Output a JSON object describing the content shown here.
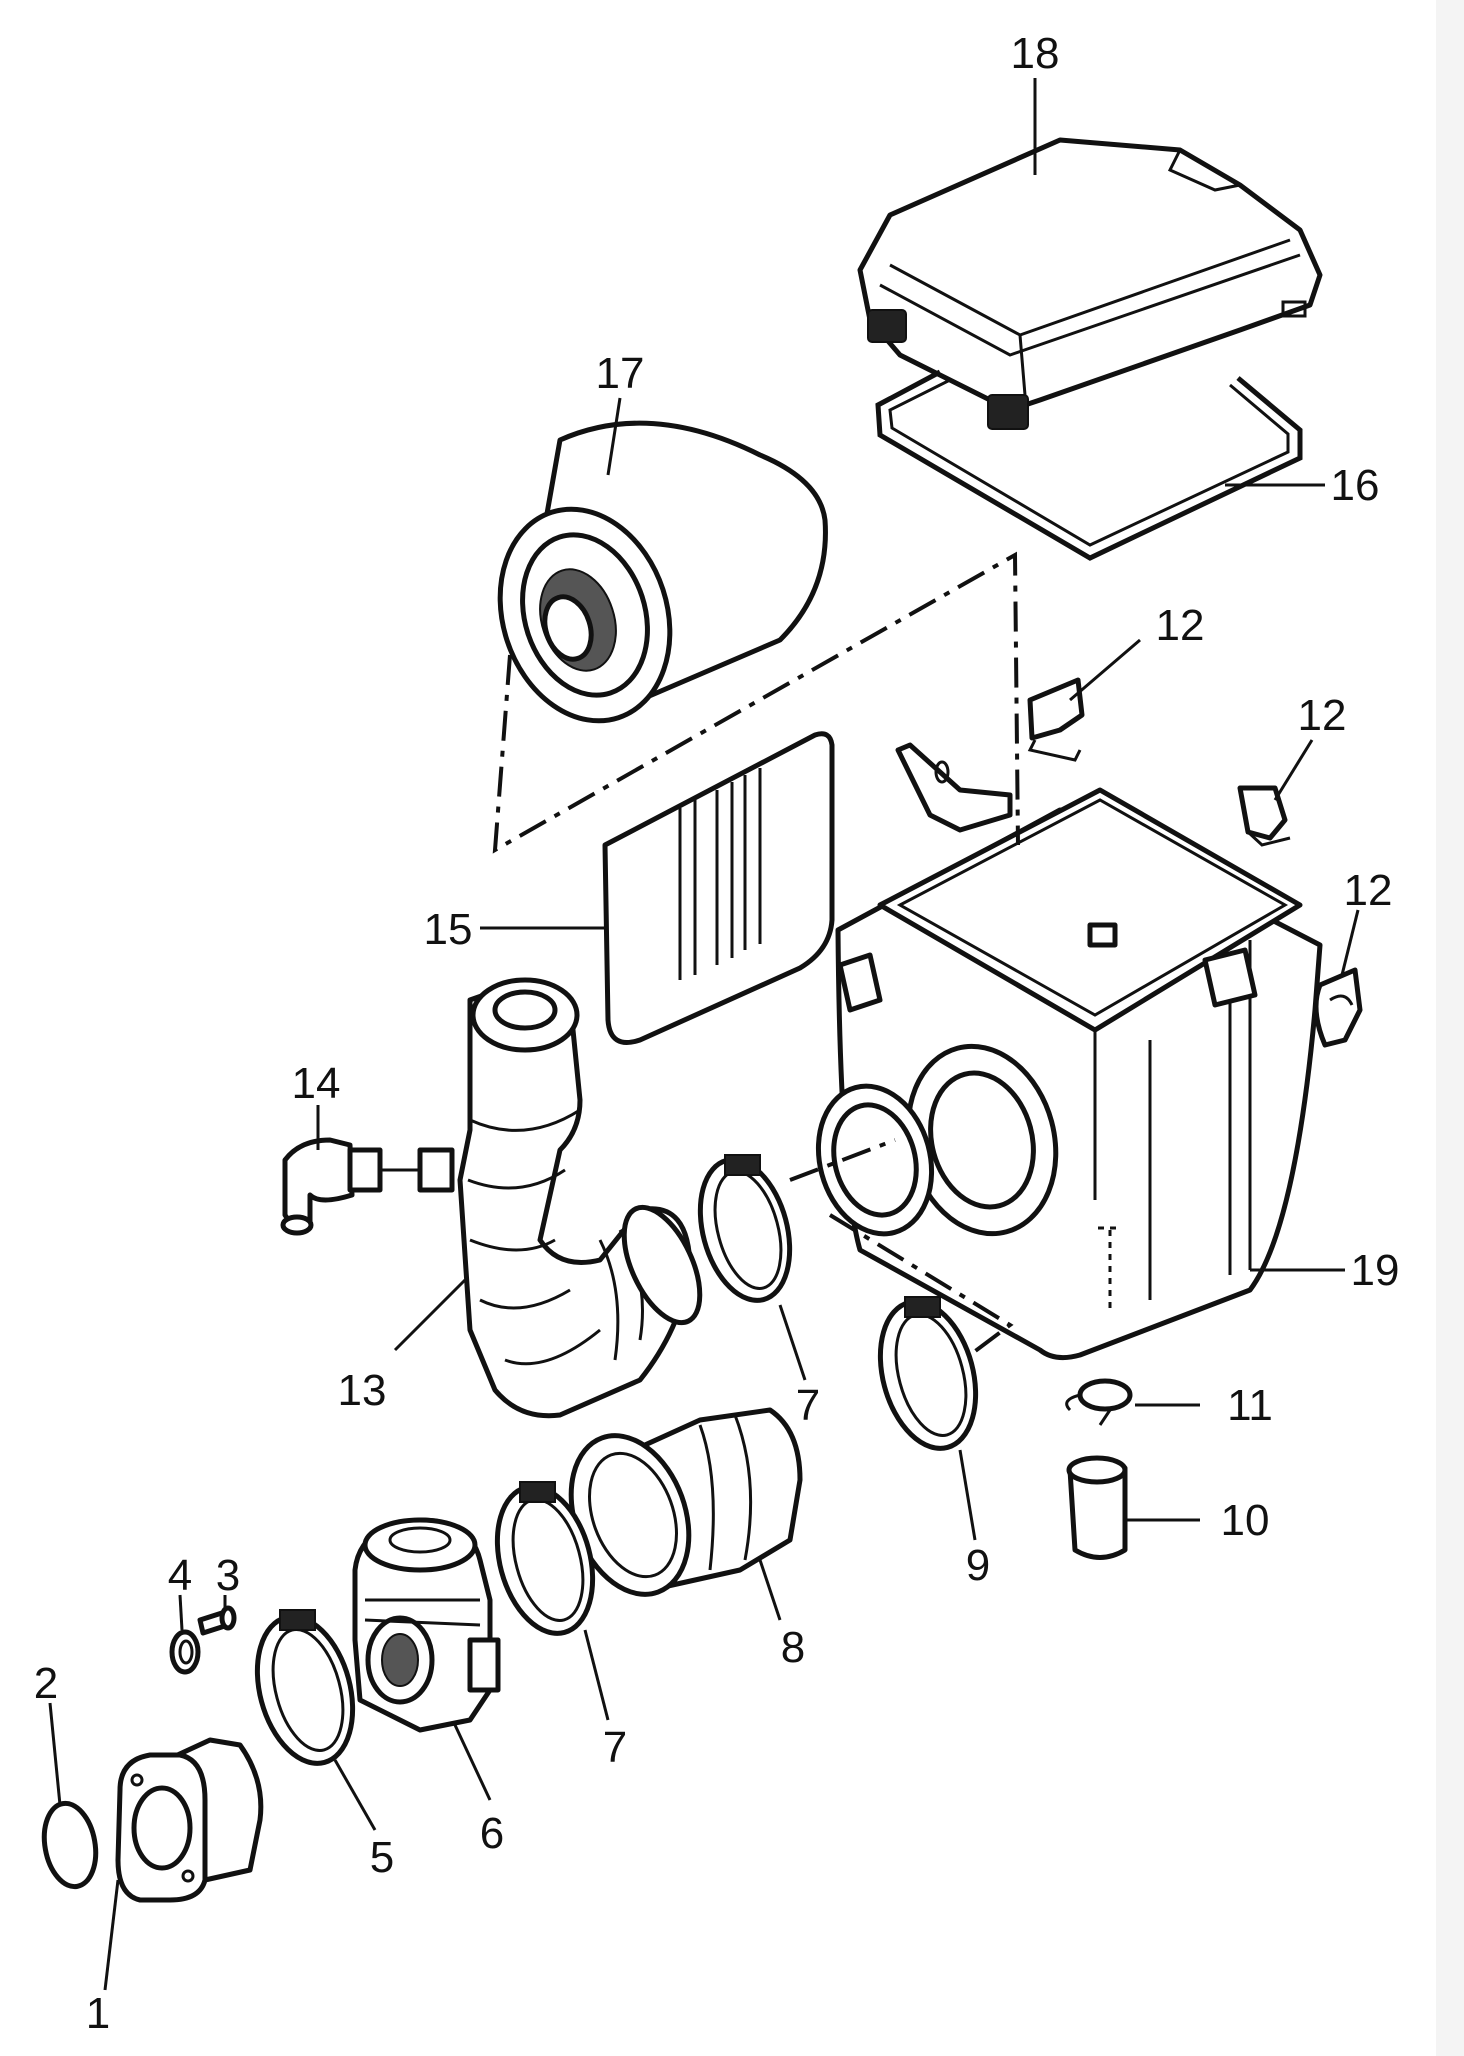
{
  "callouts": {
    "c1": "1",
    "c2": "2",
    "c3": "3",
    "c4": "4",
    "c5": "5",
    "c6": "6",
    "c7a": "7",
    "c7b": "7",
    "c8": "8",
    "c9": "9",
    "c10": "10",
    "c11": "11",
    "c12a": "12",
    "c12b": "12",
    "c12c": "12",
    "c13": "13",
    "c14": "14",
    "c15": "15",
    "c16": "16",
    "c17": "17",
    "c18": "18",
    "c19": "19"
  },
  "colors": {
    "line": "#111111",
    "background": "#ffffff",
    "edge_strip": "#f4f4f4"
  }
}
